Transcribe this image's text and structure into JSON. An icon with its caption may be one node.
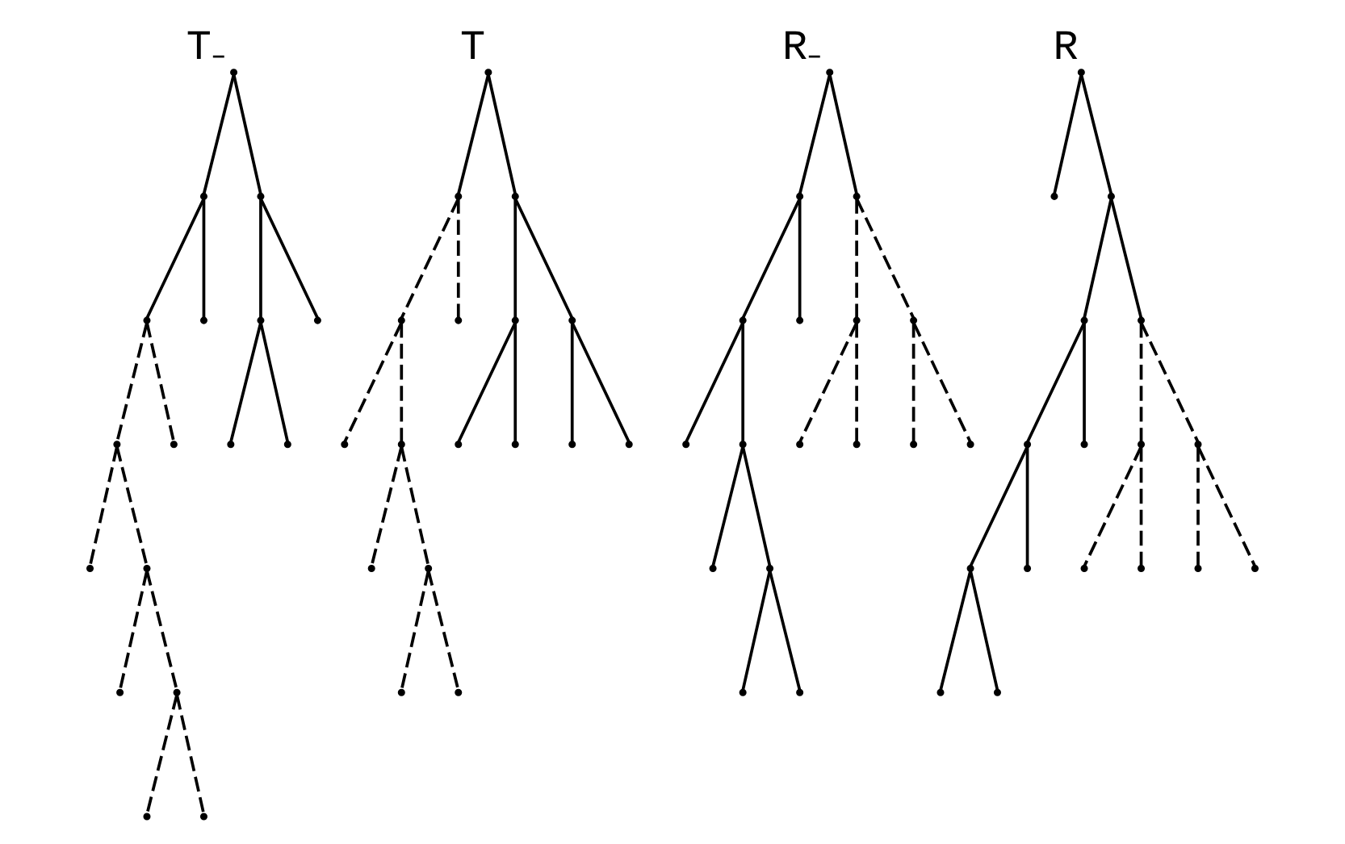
{
  "diagram": {
    "nodes": [
      {
        "text": [],
        "shape": "point",
        "beside": [
          "T₋"
        ]
      },
      {
        "text": [],
        "shape": "point"
      },
      {
        "text": [],
        "shape": "point"
      },
      {
        "text": [],
        "shape": "point"
      },
      {
        "text": [],
        "shape": "point"
      },
      {
        "text": [],
        "shape": "point"
      },
      {
        "text": [],
        "shape": "point"
      },
      {
        "text": [],
        "shape": "point"
      },
      {
        "text": [],
        "shape": "point"
      },
      {
        "text": [],
        "shape": "point"
      },
      {
        "text": [],
        "shape": "point"
      },
      {
        "text": [],
        "shape": "point"
      },
      {
        "text": [],
        "shape": "point"
      },
      {
        "text": [],
        "shape": "point"
      },
      {
        "text": [],
        "shape": "point"
      },
      {
        "text": [],
        "shape": "point"
      },
      {
        "text": [],
        "shape": "point"
      },
      {
        "text": [],
        "shape": "point",
        "beside": [
          "T"
        ]
      },
      {
        "text": [],
        "shape": "point"
      },
      {
        "text": [],
        "shape": "point"
      },
      {
        "text": [],
        "shape": "point"
      },
      {
        "text": [],
        "shape": "point"
      },
      {
        "text": [],
        "shape": "point"
      },
      {
        "text": [],
        "shape": "point"
      },
      {
        "text": [],
        "shape": "point"
      },
      {
        "text": [],
        "shape": "point"
      },
      {
        "text": [],
        "shape": "point"
      },
      {
        "text": [],
        "shape": "point"
      },
      {
        "text": [],
        "shape": "point"
      },
      {
        "text": [],
        "shape": "point"
      },
      {
        "text": [],
        "shape": "point"
      },
      {
        "text": [],
        "shape": "point"
      },
      {
        "text": [],
        "shape": "point"
      },
      {
        "text": [],
        "shape": "point"
      },
      {
        "text": [],
        "shape": "point",
        "beside": [
          "R₋"
        ]
      },
      {
        "text": [],
        "shape": "point"
      },
      {
        "text": [],
        "shape": "point"
      },
      {
        "text": [],
        "shape": "point"
      },
      {
        "text": [],
        "shape": "point"
      },
      {
        "text": [],
        "shape": "point"
      },
      {
        "text": [],
        "shape": "point"
      },
      {
        "text": [],
        "shape": "point"
      },
      {
        "text": [],
        "shape": "point"
      },
      {
        "text": [],
        "shape": "point"
      },
      {
        "text": [],
        "shape": "point"
      },
      {
        "text": [],
        "shape": "point"
      },
      {
        "text": [],
        "shape": "point"
      },
      {
        "text": [],
        "shape": "point"
      },
      {
        "text": [],
        "shape": "point"
      },
      {
        "text": [],
        "shape": "point"
      },
      {
        "text": [],
        "shape": "point"
      },
      {
        "text": [],
        "shape": "point",
        "beside": [
          "R"
        ]
      },
      {
        "text": [],
        "shape": "point"
      },
      {
        "text": [],
        "shape": "point"
      },
      {
        "text": [],
        "shape": "point"
      },
      {
        "text": [],
        "shape": "point"
      },
      {
        "text": [],
        "shape": "point"
      },
      {
        "text": [],
        "shape": "point"
      },
      {
        "text": [],
        "shape": "point"
      },
      {
        "text": [],
        "shape": "point"
      },
      {
        "text": [],
        "shape": "point"
      },
      {
        "text": [],
        "shape": "point"
      },
      {
        "text": [],
        "shape": "point"
      },
      {
        "text": [],
        "shape": "point"
      },
      {
        "text": [],
        "shape": "point"
      },
      {
        "text": [],
        "shape": "point"
      },
      {
        "text": [],
        "shape": "point"
      },
      {
        "text": [],
        "shape": "point"
      }
    ],
    "edges": [
      {
        "from": 0,
        "to": 1,
        "arrow": "none"
      },
      {
        "from": 0,
        "to": 2,
        "arrow": "none"
      },
      {
        "from": 1,
        "to": 3,
        "arrow": "none"
      },
      {
        "from": 1,
        "to": 4,
        "arrow": "none"
      },
      {
        "from": 2,
        "to": 5,
        "arrow": "none"
      },
      {
        "from": 2,
        "to": 6,
        "arrow": "none"
      },
      {
        "from": 5,
        "to": 7,
        "arrow": "none"
      },
      {
        "from": 5,
        "to": 8,
        "arrow": "none"
      },
      {
        "from": 3,
        "to": 9,
        "arrow": "none",
        "style": "dashed"
      },
      {
        "from": 3,
        "to": 10,
        "arrow": "none",
        "style": "dashed"
      },
      {
        "from": 9,
        "to": 11,
        "arrow": "none",
        "style": "dashed"
      },
      {
        "from": 9,
        "to": 12,
        "arrow": "none",
        "style": "dashed"
      },
      {
        "from": 12,
        "to": 13,
        "arrow": "none",
        "style": "dashed"
      },
      {
        "from": 12,
        "to": 14,
        "arrow": "none",
        "style": "dashed"
      },
      {
        "from": 14,
        "to": 15,
        "arrow": "none",
        "style": "dashed"
      },
      {
        "from": 14,
        "to": 16,
        "arrow": "none",
        "style": "dashed"
      },
      {
        "from": 17,
        "to": 18,
        "arrow": "none"
      },
      {
        "from": 17,
        "to": 19,
        "arrow": "none"
      },
      {
        "from": 18,
        "to": 20,
        "arrow": "none",
        "style": "dashed"
      },
      {
        "from": 18,
        "to": 21,
        "arrow": "none",
        "style": "dashed"
      },
      {
        "from": 19,
        "to": 22,
        "arrow": "none"
      },
      {
        "from": 19,
        "to": 23,
        "arrow": "none"
      },
      {
        "from": 20,
        "to": 24,
        "arrow": "none",
        "style": "dashed"
      },
      {
        "from": 20,
        "to": 25,
        "arrow": "none",
        "style": "dashed"
      },
      {
        "from": 22,
        "to": 26,
        "arrow": "none"
      },
      {
        "from": 22,
        "to": 27,
        "arrow": "none"
      },
      {
        "from": 23,
        "to": 28,
        "arrow": "none"
      },
      {
        "from": 23,
        "to": 29,
        "arrow": "none"
      },
      {
        "from": 25,
        "to": 30,
        "arrow": "none",
        "style": "dashed"
      },
      {
        "from": 25,
        "to": 31,
        "arrow": "none",
        "style": "dashed"
      },
      {
        "from": 31,
        "to": 32,
        "arrow": "none",
        "style": "dashed"
      },
      {
        "from": 31,
        "to": 33,
        "arrow": "none",
        "style": "dashed"
      },
      {
        "from": 34,
        "to": 35,
        "arrow": "none"
      },
      {
        "from": 34,
        "to": 36,
        "arrow": "none"
      },
      {
        "from": 35,
        "to": 37,
        "arrow": "none"
      },
      {
        "from": 35,
        "to": 38,
        "arrow": "none"
      },
      {
        "from": 36,
        "to": 39,
        "arrow": "none",
        "style": "dashed"
      },
      {
        "from": 36,
        "to": 40,
        "arrow": "none",
        "style": "dashed"
      },
      {
        "from": 37,
        "to": 41,
        "arrow": "none"
      },
      {
        "from": 37,
        "to": 42,
        "arrow": "none"
      },
      {
        "from": 39,
        "to": 43,
        "arrow": "none",
        "style": "dashed"
      },
      {
        "from": 39,
        "to": 44,
        "arrow": "none",
        "style": "dashed"
      },
      {
        "from": 40,
        "to": 45,
        "arrow": "none",
        "style": "dashed"
      },
      {
        "from": 40,
        "to": 46,
        "arrow": "none",
        "style": "dashed"
      },
      {
        "from": 42,
        "to": 47,
        "arrow": "none"
      },
      {
        "from": 42,
        "to": 48,
        "arrow": "none"
      },
      {
        "from": 48,
        "to": 49,
        "arrow": "none"
      },
      {
        "from": 48,
        "to": 50,
        "arrow": "none"
      },
      {
        "from": 51,
        "to": 52,
        "arrow": "none"
      },
      {
        "from": 51,
        "to": 53,
        "arrow": "none"
      },
      {
        "from": 53,
        "to": 54,
        "arrow": "none"
      },
      {
        "from": 53,
        "to": 55,
        "arrow": "none"
      },
      {
        "from": 54,
        "to": 56,
        "arrow": "none"
      },
      {
        "from": 54,
        "to": 57,
        "arrow": "none"
      },
      {
        "from": 55,
        "to": 58,
        "arrow": "none",
        "style": "dashed"
      },
      {
        "from": 55,
        "to": 59,
        "arrow": "none",
        "style": "dashed"
      },
      {
        "from": 56,
        "to": 60,
        "arrow": "none"
      },
      {
        "from": 56,
        "to": 61,
        "arrow": "none"
      },
      {
        "from": 58,
        "to": 62,
        "arrow": "none",
        "style": "dashed"
      },
      {
        "from": 58,
        "to": 63,
        "arrow": "none",
        "style": "dashed"
      },
      {
        "from": 59,
        "to": 64,
        "arrow": "none",
        "style": "dashed"
      },
      {
        "from": 59,
        "to": 65,
        "arrow": "none",
        "style": "dashed"
      },
      {
        "from": 60,
        "to": 66,
        "arrow": "none"
      },
      {
        "from": 60,
        "to": 67,
        "arrow": "none"
      }
    ]
  }
}
